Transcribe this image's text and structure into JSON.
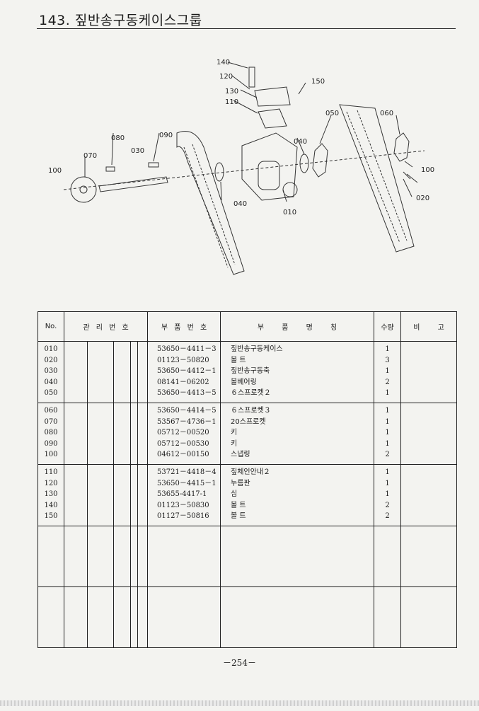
{
  "header": {
    "title": "143. 짚반송구동케이스그룹"
  },
  "diagram": {
    "callouts": [
      "140",
      "120",
      "130",
      "110",
      "150",
      "050",
      "060",
      "080",
      "090",
      "070",
      "030",
      "100",
      "040",
      "040",
      "010",
      "100",
      "020"
    ]
  },
  "table": {
    "headers": {
      "no": "No.",
      "mgmt": "관 리 번 호",
      "part_no": "부 품 번 호",
      "name": "부 품 명 칭",
      "qty": "수량",
      "remark": "비 고"
    },
    "groups": [
      {
        "no": [
          "010",
          "020",
          "030",
          "040",
          "050"
        ],
        "part_no": [
          "53650－4411－3",
          "01123－50820",
          "53650－4412－1",
          "08141－06202",
          "53650－4413－5"
        ],
        "name": [
          "짚반송구동케이스",
          "볼 트",
          "짚반송구동축",
          "볼베어링",
          "６스프로켓２"
        ],
        "qty": [
          "1",
          "3",
          "1",
          "2",
          "1"
        ]
      },
      {
        "no": [
          "060",
          "070",
          "080",
          "090",
          "100"
        ],
        "part_no": [
          "53650－4414－5",
          "53567－4736－1",
          "05712－00520",
          "05712－00530",
          "04612－00150"
        ],
        "name": [
          "６스프로켓３",
          "20스프로켓",
          "키",
          "키",
          "스냅링"
        ],
        "qty": [
          "1",
          "1",
          "1",
          "1",
          "2"
        ]
      },
      {
        "no": [
          "110",
          "120",
          "130",
          "140",
          "150"
        ],
        "part_no": [
          "53721－4418－4",
          "53650－4415－1",
          "53655-4417-1",
          "01123－50830",
          "01127－50816"
        ],
        "name": [
          "짚체인안내２",
          "누름판",
          "심",
          "볼 트",
          "볼 트"
        ],
        "qty": [
          "1",
          "1",
          "1",
          "2",
          "2"
        ]
      }
    ]
  },
  "footer": {
    "page": "－254－"
  }
}
